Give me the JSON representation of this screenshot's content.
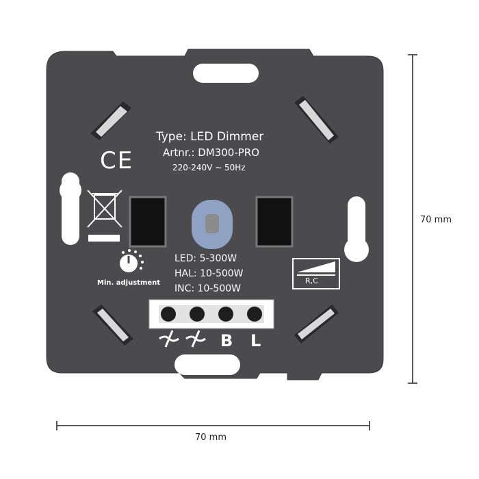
{
  "label": {
    "type_line": "Type: LED Dimmer",
    "artnr_line": "Artnr.: DM300-PRO",
    "voltage_line": "220-240V ~ 50Hz",
    "ce_mark": "CE",
    "min_adjustment": "Min. adjustment",
    "led_rating": "LED: 5-300W",
    "hal_rating": "HAL: 10-500W",
    "inc_rating": "INC: 10-500W",
    "rc_label": "R,C"
  },
  "terminals": {
    "labels": [
      "B",
      "L"
    ]
  },
  "dimensions": {
    "height_label": "70 mm",
    "width_label": "70 mm"
  },
  "colors": {
    "plate": "#4b4b4d",
    "text": "#ffffff",
    "knob": "#8fa2c4"
  }
}
